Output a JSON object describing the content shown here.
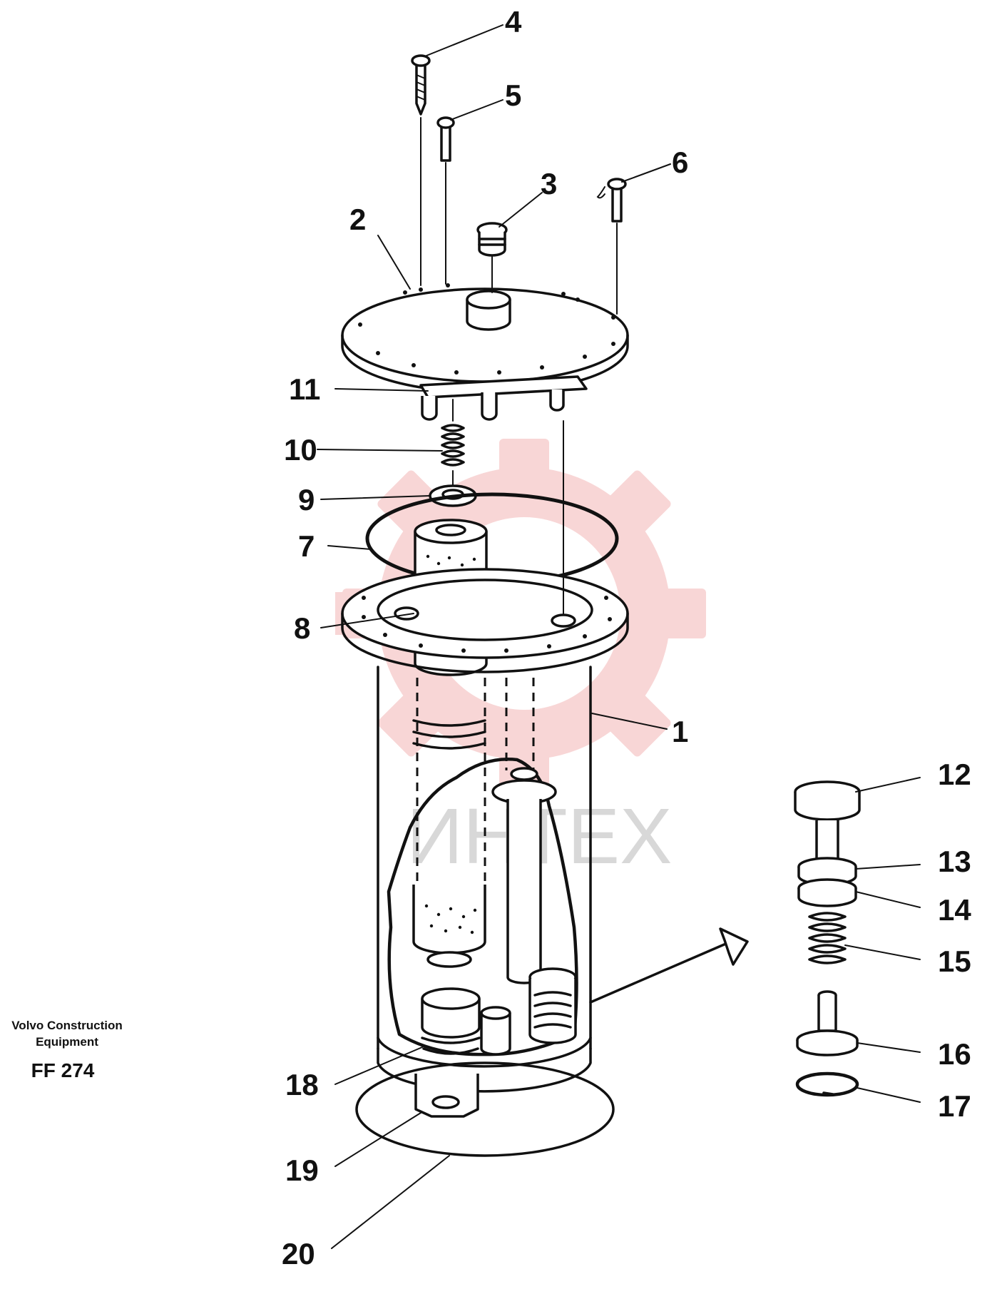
{
  "caption": {
    "line1": "Volvo Construction",
    "line2": "Equipment",
    "code": "FF 274"
  },
  "watermark": {
    "text": "ИНТЕХ",
    "color": "#f3b5b5"
  },
  "callouts": [
    "1",
    "2",
    "3",
    "4",
    "5",
    "6",
    "7",
    "8",
    "9",
    "10",
    "11",
    "12",
    "13",
    "14",
    "15",
    "16",
    "17",
    "18",
    "19",
    "20"
  ]
}
